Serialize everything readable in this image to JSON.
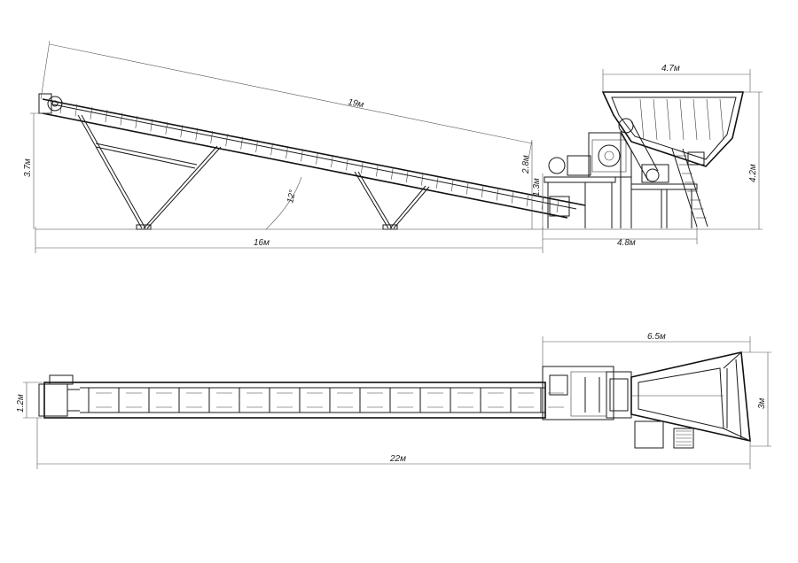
{
  "side_view": {
    "conveyor_length": "19м",
    "width_top": "4.7м",
    "height_left": "3.7м",
    "angle": "12°",
    "height_28": "2.8м",
    "height_13": "1.3м",
    "height_right": "4.2м",
    "length_bottom": "16м",
    "length_base": "4.8м"
  },
  "top_view": {
    "width_top": "6.5м",
    "width_left": "1.2м",
    "width_right": "3м",
    "total_length": "22м"
  }
}
